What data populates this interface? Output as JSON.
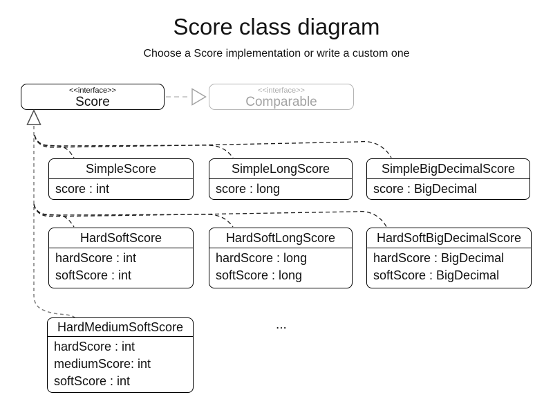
{
  "title": "Score class diagram",
  "subtitle": "Choose a Score implementation or write a custom one",
  "interfaces": {
    "score": {
      "stereotype": "<<interface>>",
      "name": "Score"
    },
    "comparable": {
      "stereotype": "<<interface>>",
      "name": "Comparable"
    }
  },
  "classes": [
    {
      "name": "SimpleScore",
      "attributes": [
        "score : int"
      ]
    },
    {
      "name": "SimpleLongScore",
      "attributes": [
        "score : long"
      ]
    },
    {
      "name": "SimpleBigDecimalScore",
      "attributes": [
        "score : BigDecimal"
      ]
    },
    {
      "name": "HardSoftScore",
      "attributes": [
        "hardScore : int",
        "softScore : int"
      ]
    },
    {
      "name": "HardSoftLongScore",
      "attributes": [
        "hardScore : long",
        "softScore : long"
      ]
    },
    {
      "name": "HardSoftBigDecimalScore",
      "attributes": [
        "hardScore : BigDecimal",
        "softScore : BigDecimal"
      ]
    },
    {
      "name": "HardMediumSoftScore",
      "attributes": [
        "hardScore : int",
        "mediumScore: int",
        "softScore : int"
      ]
    }
  ],
  "ellipsis": "...",
  "colors": {
    "line": "#1f1f1f",
    "box_border": "#000000",
    "muted_border": "#b4b4b4",
    "muted_text": "#a3a3a3",
    "muted_edge": "#c8c8c8",
    "gray_edge": "#7f7f7f",
    "background": "#ffffff"
  }
}
